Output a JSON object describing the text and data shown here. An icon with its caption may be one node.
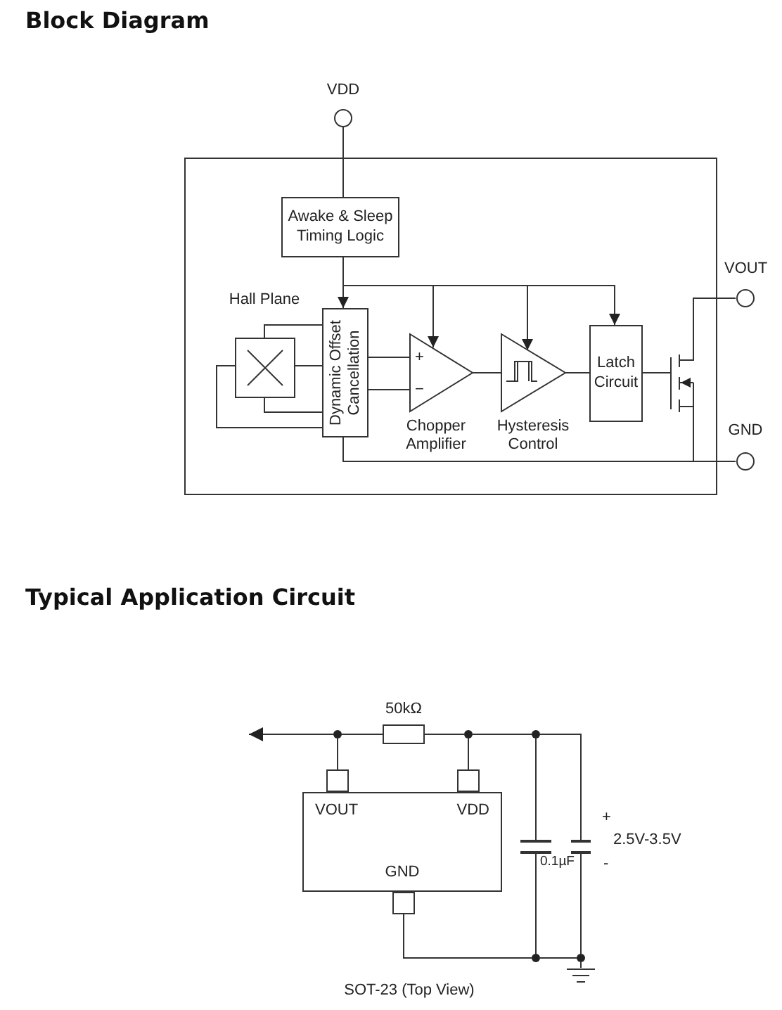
{
  "diagram": {
    "nodes": [
      {
        "text": [],
        "shape": "box"
      },
      {
        "text": [
          "VDD"
        ]
      },
      {
        "text": [
          "Awake & Sleep Timing Logic"
        ],
        "in": 0
      },
      {
        "text": [
          "Hall Plane"
        ],
        "in": 0
      },
      {
        "text": [
          "Dynamic Offset Cancellation"
        ],
        "in": 0
      },
      {
        "text": [
          "+",
          "−",
          "Chopper Amplifier"
        ],
        "in": 0
      },
      {
        "text": [
          "Hysteresis Control"
        ],
        "in": 0
      },
      {
        "text": [
          "Latch Circuit"
        ],
        "in": 0
      },
      {
        "text": [],
        "shape": "transistor",
        "in": 0
      },
      {
        "text": [
          "VOUT"
        ]
      },
      {
        "text": [
          "GND"
        ]
      },
      {
        "text": [
          "VOUT",
          "VDD",
          "GND"
        ]
      },
      {
        "text": [
          "50kΩ"
        ]
      },
      {
        "text": [
          "0.1µF"
        ]
      },
      {
        "text": [
          "+",
          "2.5V-3.5V",
          "-"
        ]
      },
      {
        "text": [],
        "shape": "ground"
      },
      {
        "text": [],
        "shape": "dot"
      },
      {
        "text": [],
        "shape": "dot"
      },
      {
        "text": [],
        "shape": "dot"
      },
      {
        "text": [],
        "shape": "dot"
      },
      {
        "text": [],
        "shape": "dot"
      }
    ],
    "edges": [
      {
        "from": 1,
        "to": 2,
        "arrow": "none"
      },
      {
        "from": 2,
        "to": 4,
        "arrow": "to"
      },
      {
        "from": 2,
        "to": 5,
        "arrow": "to"
      },
      {
        "from": 2,
        "to": 6,
        "arrow": "to"
      },
      {
        "from": 2,
        "to": 7,
        "arrow": "to"
      },
      {
        "from": 3,
        "to": 4,
        "arrow": "none"
      },
      {
        "from": 3,
        "to": 4,
        "arrow": "none"
      },
      {
        "from": 3,
        "to": 4,
        "arrow": "none"
      },
      {
        "from": 3,
        "to": 4,
        "arrow": "none"
      },
      {
        "from": 4,
        "to": 5,
        "arrow": "none"
      },
      {
        "from": 4,
        "to": 5,
        "arrow": "none"
      },
      {
        "from": 5,
        "to": 6,
        "arrow": "none"
      },
      {
        "from": 6,
        "to": 7,
        "arrow": "none"
      },
      {
        "from": 7,
        "to": 8,
        "arrow": "none"
      },
      {
        "from": 8,
        "to": 9,
        "arrow": "none"
      },
      {
        "from": 8,
        "to": 10,
        "arrow": "none"
      },
      {
        "from": 4,
        "to": 10,
        "arrow": "none"
      },
      {
        "from": 11,
        "to": 16,
        "arrow": "none"
      },
      {
        "from": 16,
        "to": null,
        "arrow": "to"
      },
      {
        "from": 16,
        "to": 12,
        "arrow": "none"
      },
      {
        "from": 12,
        "to": 17,
        "arrow": "none"
      },
      {
        "from": 17,
        "to": 11,
        "arrow": "none"
      },
      {
        "from": 17,
        "to": 18,
        "arrow": "none"
      },
      {
        "from": 18,
        "to": 13,
        "arrow": "none"
      },
      {
        "from": 18,
        "to": 14,
        "arrow": "none"
      },
      {
        "from": 11,
        "to": 19,
        "arrow": "none"
      },
      {
        "from": 13,
        "to": 19,
        "arrow": "none"
      },
      {
        "from": 19,
        "to": 20,
        "arrow": "none"
      },
      {
        "from": 14,
        "to": 20,
        "arrow": "none"
      },
      {
        "from": 20,
        "to": 15,
        "arrow": "none"
      }
    ],
    "labels": [
      "Block Diagram",
      "Typical Application Circuit",
      "SOT-23 (Top View)"
    ]
  }
}
